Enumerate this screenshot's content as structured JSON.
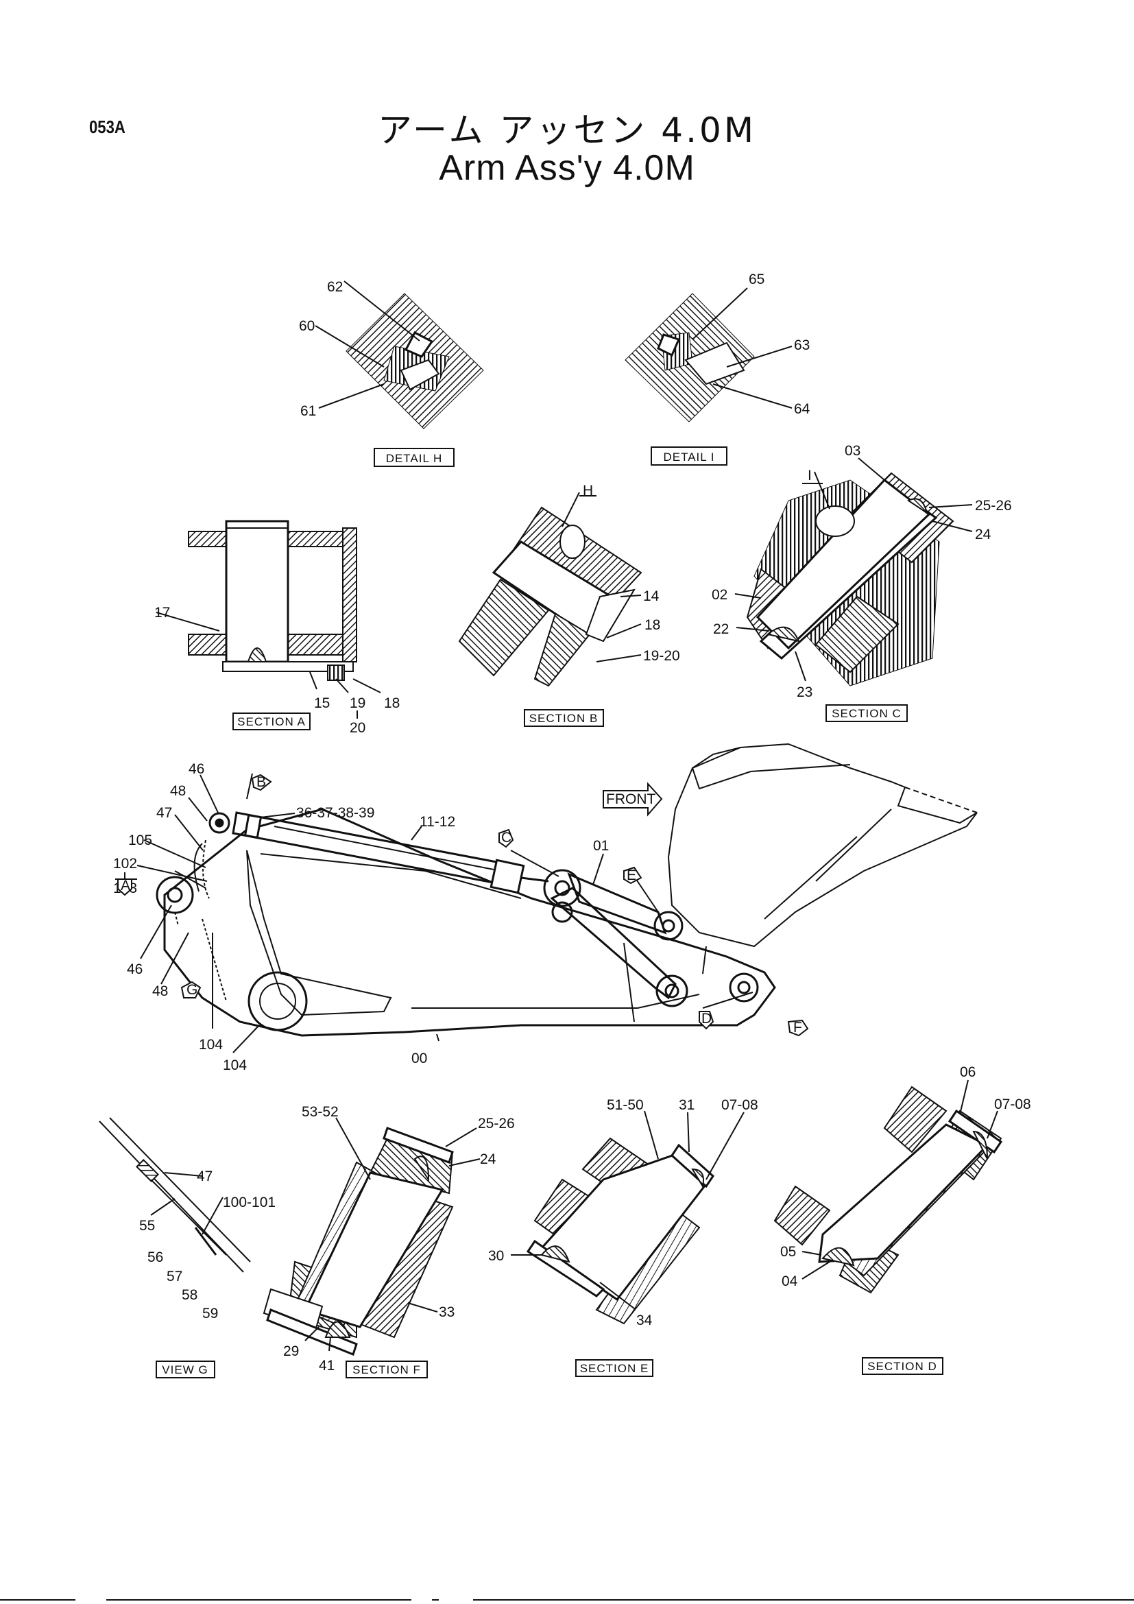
{
  "header": {
    "page_code": "053A",
    "title_jp": "アーム アッセン 4.0M",
    "title_en": "Arm Ass'y 4.0M"
  },
  "views": {
    "detail_h": "DETAIL H",
    "detail_i": "DETAIL I",
    "section_a": "SECTION A",
    "section_b": "SECTION B",
    "section_c": "SECTION C",
    "section_d": "SECTION D",
    "section_e": "SECTION E",
    "section_f": "SECTION F",
    "view_g": "VIEW G",
    "front": "FRONT"
  },
  "markers": {
    "A": "A",
    "B": "B",
    "C": "C",
    "D": "D",
    "E": "E",
    "F": "F",
    "G": "G",
    "H": "H",
    "I": "I"
  },
  "callouts": {
    "detail_h": [
      "62",
      "60",
      "61"
    ],
    "detail_i": [
      "65",
      "63",
      "64"
    ],
    "section_a": [
      "17",
      "15",
      "19",
      "20",
      "18"
    ],
    "section_b": [
      "14",
      "18",
      "19-20"
    ],
    "section_c": [
      "03",
      "25-26",
      "24",
      "02",
      "22",
      "23"
    ],
    "main": [
      "46",
      "48",
      "47",
      "105",
      "102",
      "103",
      "46",
      "48",
      "104",
      "104",
      "36-37-38-39",
      "11-12",
      "01",
      "00"
    ],
    "view_g": [
      "47",
      "100-101",
      "55",
      "56",
      "57",
      "58",
      "59"
    ],
    "section_f": [
      "53-52",
      "25-26",
      "24",
      "33",
      "29",
      "41"
    ],
    "section_e": [
      "51-50",
      "31",
      "07-08",
      "30",
      "34"
    ],
    "section_d": [
      "06",
      "07-08",
      "05",
      "04"
    ]
  }
}
